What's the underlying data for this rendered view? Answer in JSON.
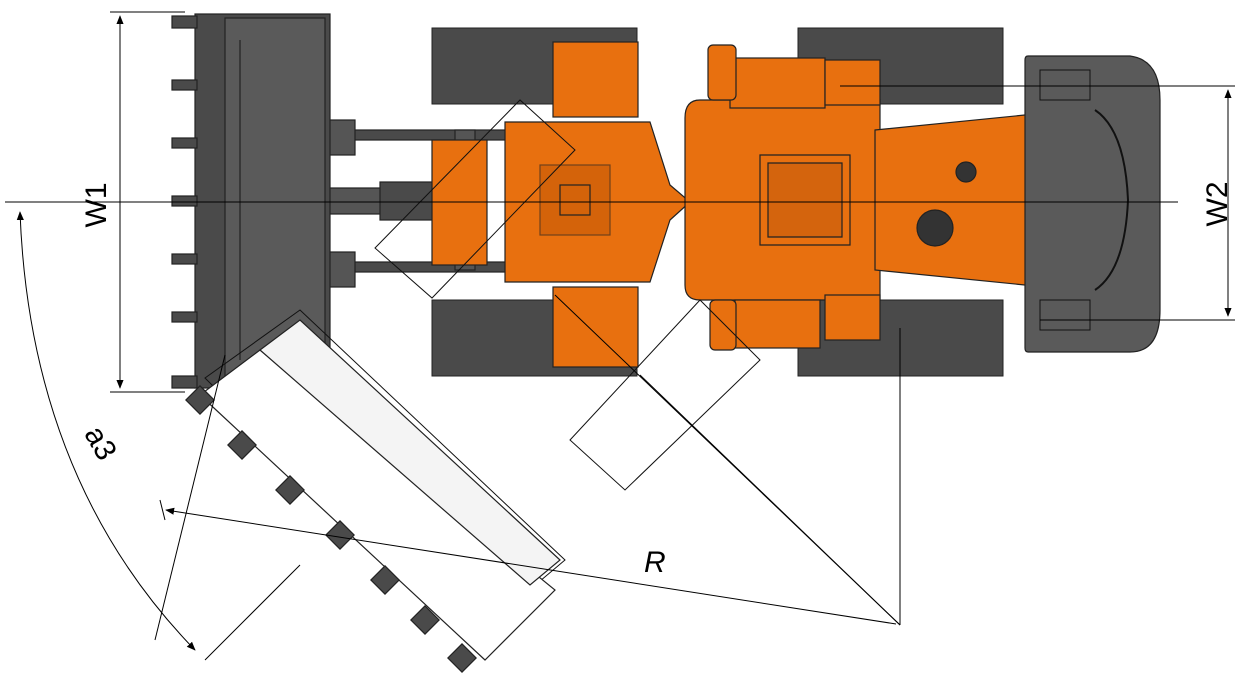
{
  "labels": {
    "w1": "W1",
    "w2": "W2",
    "a3": "a3",
    "r": "R"
  },
  "colors": {
    "body_orange": "#e8700f",
    "dark_grey": "#4a4a4a",
    "line": "#000000",
    "background": "#ffffff"
  }
}
